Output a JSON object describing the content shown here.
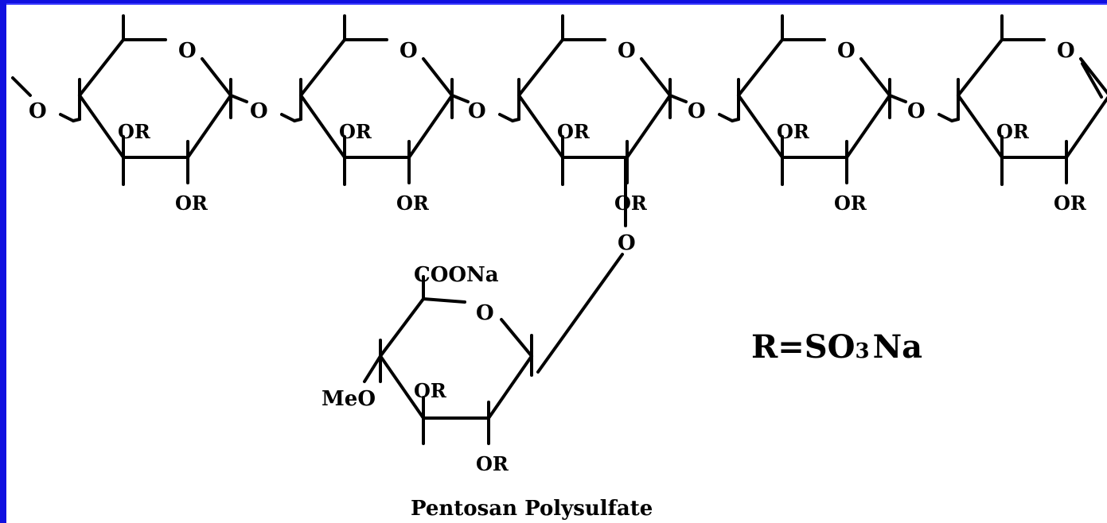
{
  "diagram": {
    "ring_oxygen_label": "O",
    "glycosidic_oxygen_label": "O",
    "branch_oxygen_label": "O",
    "substituent_label": "OR",
    "side_ring": {
      "carboxyl_label": "COONa",
      "methoxy_label": "MeO"
    },
    "r_definition": {
      "prefix": "R=SO",
      "subscript": "3",
      "suffix": "Na"
    },
    "caption": "Pentosan Polysulfate"
  },
  "colors": {
    "background": "#1010e0",
    "panel": "#ffffff",
    "ink": "#000000"
  }
}
